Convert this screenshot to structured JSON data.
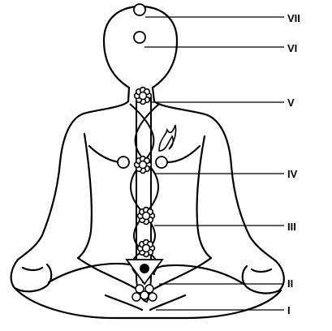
{
  "labels": {
    "vii": "VII",
    "vi": "VI",
    "v": "V",
    "iv": "IV",
    "iii": "III",
    "ii": "II",
    "i": "I"
  }
}
